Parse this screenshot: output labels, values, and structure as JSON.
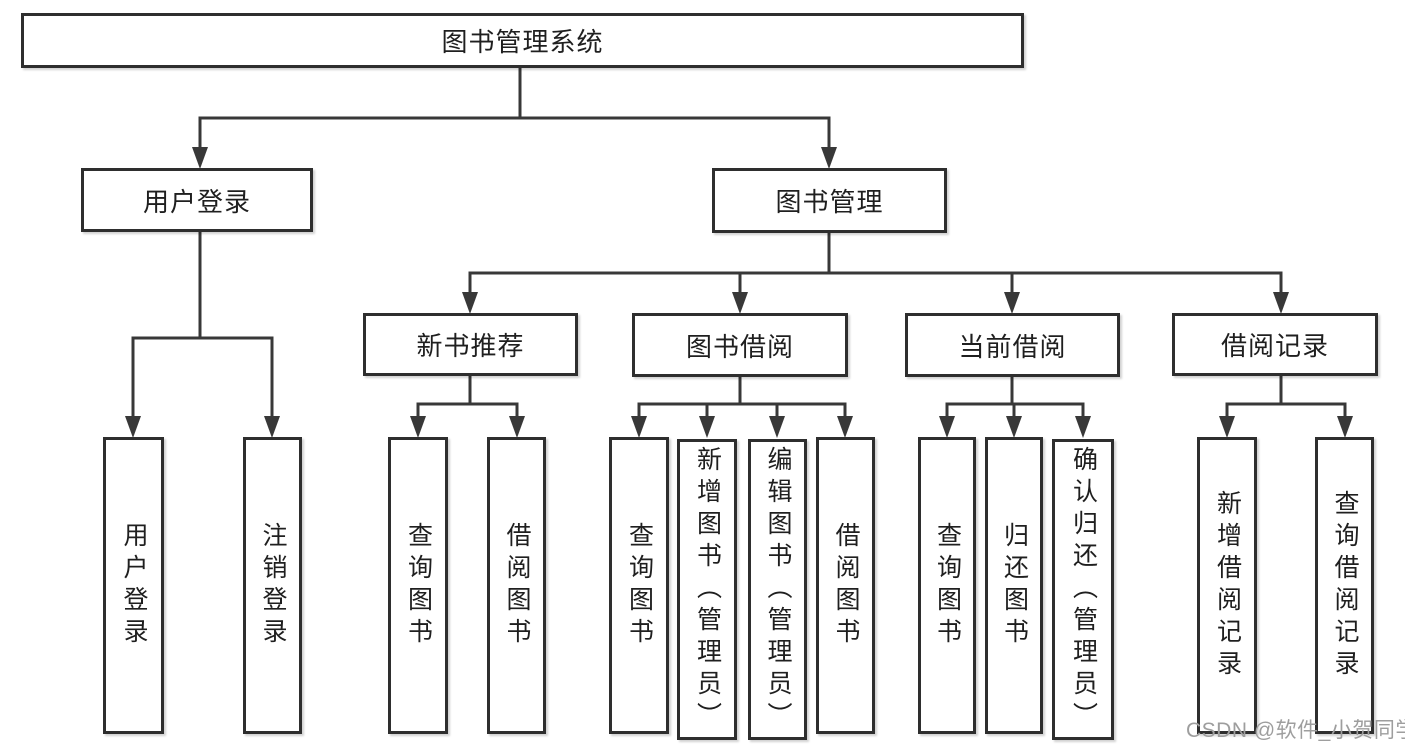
{
  "nodes": {
    "root": "图书管理系统",
    "login": "用户登录",
    "manage": "图书管理",
    "recommend": "新书推荐",
    "borrow": "图书借阅",
    "current": "当前借阅",
    "records": "借阅记录",
    "l_login": "用户登录",
    "l_logout": "注销登录",
    "nb_query": "查询图书",
    "nb_borrow": "借阅图书",
    "bb_query": "查询图书",
    "bb_add": "新增图书（管理员）",
    "bb_edit": "编辑图书（管理员）",
    "bb_borrow": "借阅图书",
    "cb_query": "查询图书",
    "cb_return": "归还图书",
    "cb_confirm": "确认归还（管理员）",
    "br_add": "新增借阅记录",
    "br_query": "查询借阅记录"
  },
  "watermark": "CSDN @软件_小贺同学",
  "colors": {
    "line": "#383838",
    "box_border": "#2e2e2e",
    "text": "#1f1f1f",
    "watermark": "#9e9e9e",
    "background": "#ffffff"
  }
}
